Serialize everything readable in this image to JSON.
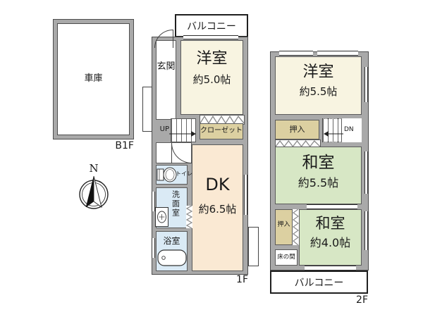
{
  "compass": {
    "label": "N"
  },
  "b1f": {
    "floor_label": "B1F",
    "garage_label": "車庫"
  },
  "f1": {
    "floor_label": "1F",
    "balcony_label": "バルコニー",
    "entrance_label": "玄関",
    "western_room_name": "洋室",
    "western_room_size": "約5.0帖",
    "closet_label": "クローゼット",
    "stairs_label": "UP",
    "toilet_label": "トイレ",
    "washroom_label": "洗面室",
    "bathroom_label": "浴室",
    "dk_name": "DK",
    "dk_size": "約6.5帖"
  },
  "f2": {
    "floor_label": "2F",
    "western_room_name": "洋室",
    "western_room_size": "約5.5帖",
    "closet_top_label": "押入",
    "stairs_label": "DN",
    "japanese_room_1_name": "和室",
    "japanese_room_1_size": "約5.5帖",
    "closet_side_label": "押入",
    "japanese_room_2_name": "和室",
    "japanese_room_2_size": "約4.0帖",
    "tokonoma_label": "床の間",
    "balcony_label": "バルコニー"
  },
  "colors": {
    "wall": "#a9a9a9",
    "western_room": "#f8f4e1",
    "dk": "#fae9d3",
    "japanese_room": "#d7e7c5",
    "closet": "#dcd0a1",
    "water_room": "#daeaf5",
    "outline": "#4d4d4d"
  }
}
